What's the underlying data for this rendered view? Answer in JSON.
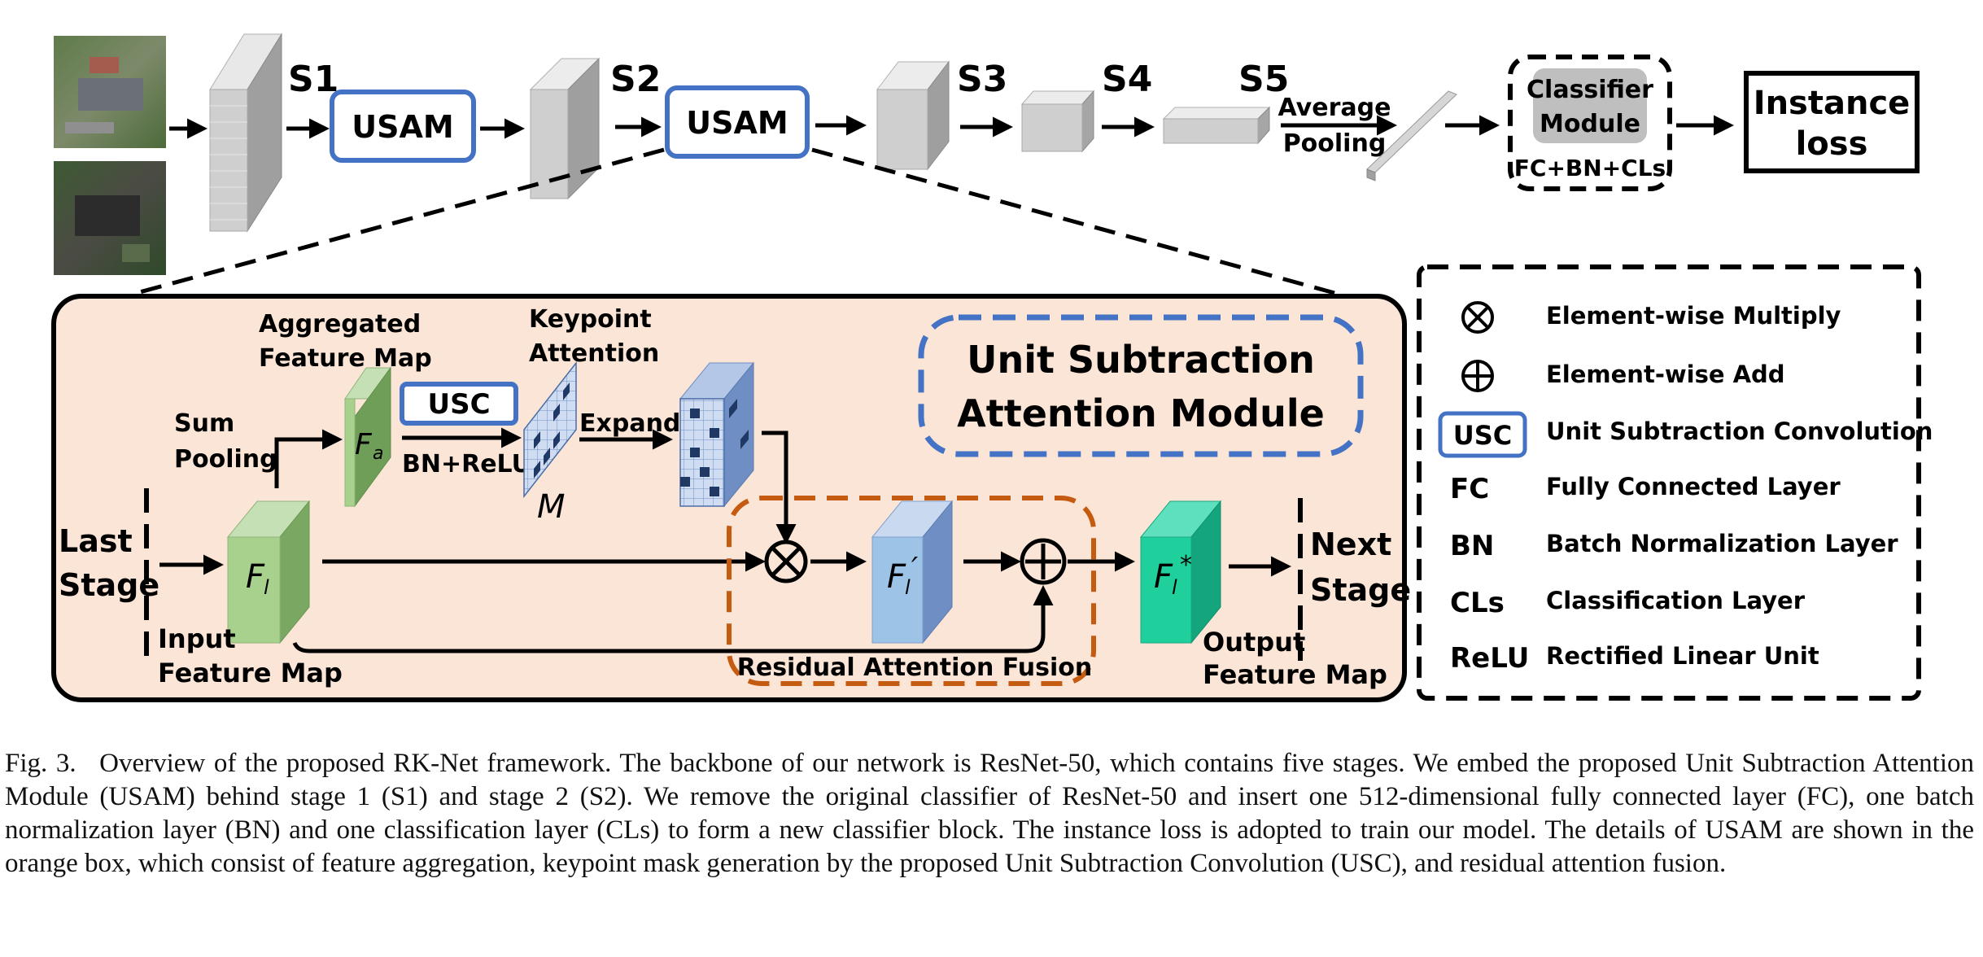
{
  "pipeline": {
    "stages": [
      "S1",
      "S2",
      "S3",
      "S4",
      "S5"
    ],
    "usam_label": "USAM",
    "avg_pool_line1": "Average",
    "avg_pool_line2": "Pooling",
    "classifier_line1": "Classifier",
    "classifier_line2": "Module",
    "classifier_sub": "FC+BN+CLs",
    "loss_line1": "Instance",
    "loss_line2": "loss"
  },
  "usam_detail": {
    "title_line1": "Unit Subtraction",
    "title_line2": "Attention Module",
    "aggregated_line1": "Aggregated",
    "aggregated_line2": "Feature Map",
    "keypoint_line1": "Keypoint",
    "keypoint_line2": "Attention",
    "sum_pool_line1": "Sum",
    "sum_pool_line2": "Pooling",
    "usc_label": "USC",
    "bn_relu": "BN+ReLU",
    "expand": "Expand",
    "last_stage_line1": "Last",
    "last_stage_line2": "Stage",
    "next_stage_line1": "Next",
    "next_stage_line2": "Stage",
    "input_line1": "Input",
    "input_line2": "Feature Map",
    "output_line1": "Output",
    "output_line2": "Feature Map",
    "residual_fusion": "Residual Attention Fusion",
    "fa_main": "F",
    "fa_sub": "a",
    "m_label": "M",
    "fl_main": "F",
    "fl_sub": "l",
    "flp_main": "F",
    "flp_sub": "l",
    "flp_mark": "′",
    "fls_main": "F",
    "fls_sub": "l",
    "fls_mark": "*"
  },
  "legend": {
    "items": [
      {
        "symbol": "⊗",
        "text": "Element-wise Multiply"
      },
      {
        "symbol": "⊕",
        "text": "Element-wise Add"
      },
      {
        "symbol": "USC",
        "text": "Unit Subtraction Convolution"
      },
      {
        "symbol": "FC",
        "text": "Fully Connected Layer"
      },
      {
        "symbol": "BN",
        "text": "Batch Normalization Layer"
      },
      {
        "symbol": "CLs",
        "text": "Classification Layer"
      },
      {
        "symbol": "ReLU",
        "text": "Rectified Linear Unit"
      }
    ]
  },
  "caption": {
    "label": "Fig. 3.",
    "text": "Overview of the proposed RK-Net framework. The backbone of our network is ResNet-50, which contains five stages. We embed the proposed Unit Subtraction Attention Module (USAM) behind stage 1 (S1) and stage 2 (S2). We remove the original classifier of ResNet-50 and insert one 512-dimensional fully connected layer (FC), one batch normalization layer (BN) and one classification layer (CLs) to form a new classifier block. The instance loss is adopted to train our model. The details of USAM are shown in the orange box, which consist of feature aggregation, keypoint mask generation by the proposed Unit Subtraction Convolution (USC), and residual attention fusion."
  },
  "colors": {
    "usam_blue": "#4472c4",
    "orange_dashed": "#c55a11",
    "panel_fill": "#fbe5d6",
    "green_feature": "#a9d18e",
    "blue_feature": "#9dc3e6",
    "teal_feature": "#1fcf9c",
    "grey_block": "#bfbfbf"
  },
  "icons": {
    "multiply": "circle-times-icon",
    "add": "circle-plus-icon",
    "aerial_photo": "aerial-photo-thumbnail",
    "satellite_photo": "satellite-photo-thumbnail"
  }
}
